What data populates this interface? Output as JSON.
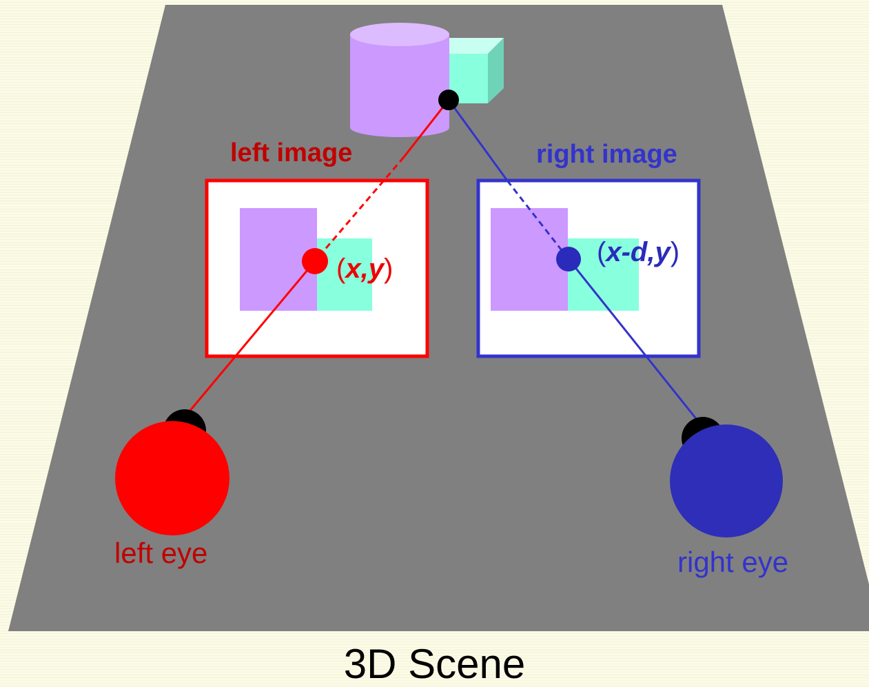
{
  "diagram": {
    "left_image_title": "left image",
    "right_image_title": "right image",
    "left_point": {
      "open": "(",
      "x": "x",
      "comma": ",",
      "y": "y",
      "close": ")"
    },
    "right_point": {
      "open": "(",
      "expr": "x-d",
      "comma": ",",
      "y": "y",
      "close": ")"
    },
    "left_eye_label": "left eye",
    "right_eye_label": "right eye",
    "caption": "3D Scene"
  },
  "colors": {
    "background": "#fbfbe8",
    "floor": "#808080",
    "cylinder": "#cc99ff",
    "cube": "#88ffdd",
    "left_accent": "#ff0000",
    "left_text": "#c00000",
    "right_accent": "#3333cc",
    "right_text": "#3333cc",
    "point": "#000000"
  },
  "icons": [
    "left-eye-icon",
    "right-eye-icon",
    "cylinder-shape",
    "cube-shape",
    "scene-point-marker"
  ]
}
